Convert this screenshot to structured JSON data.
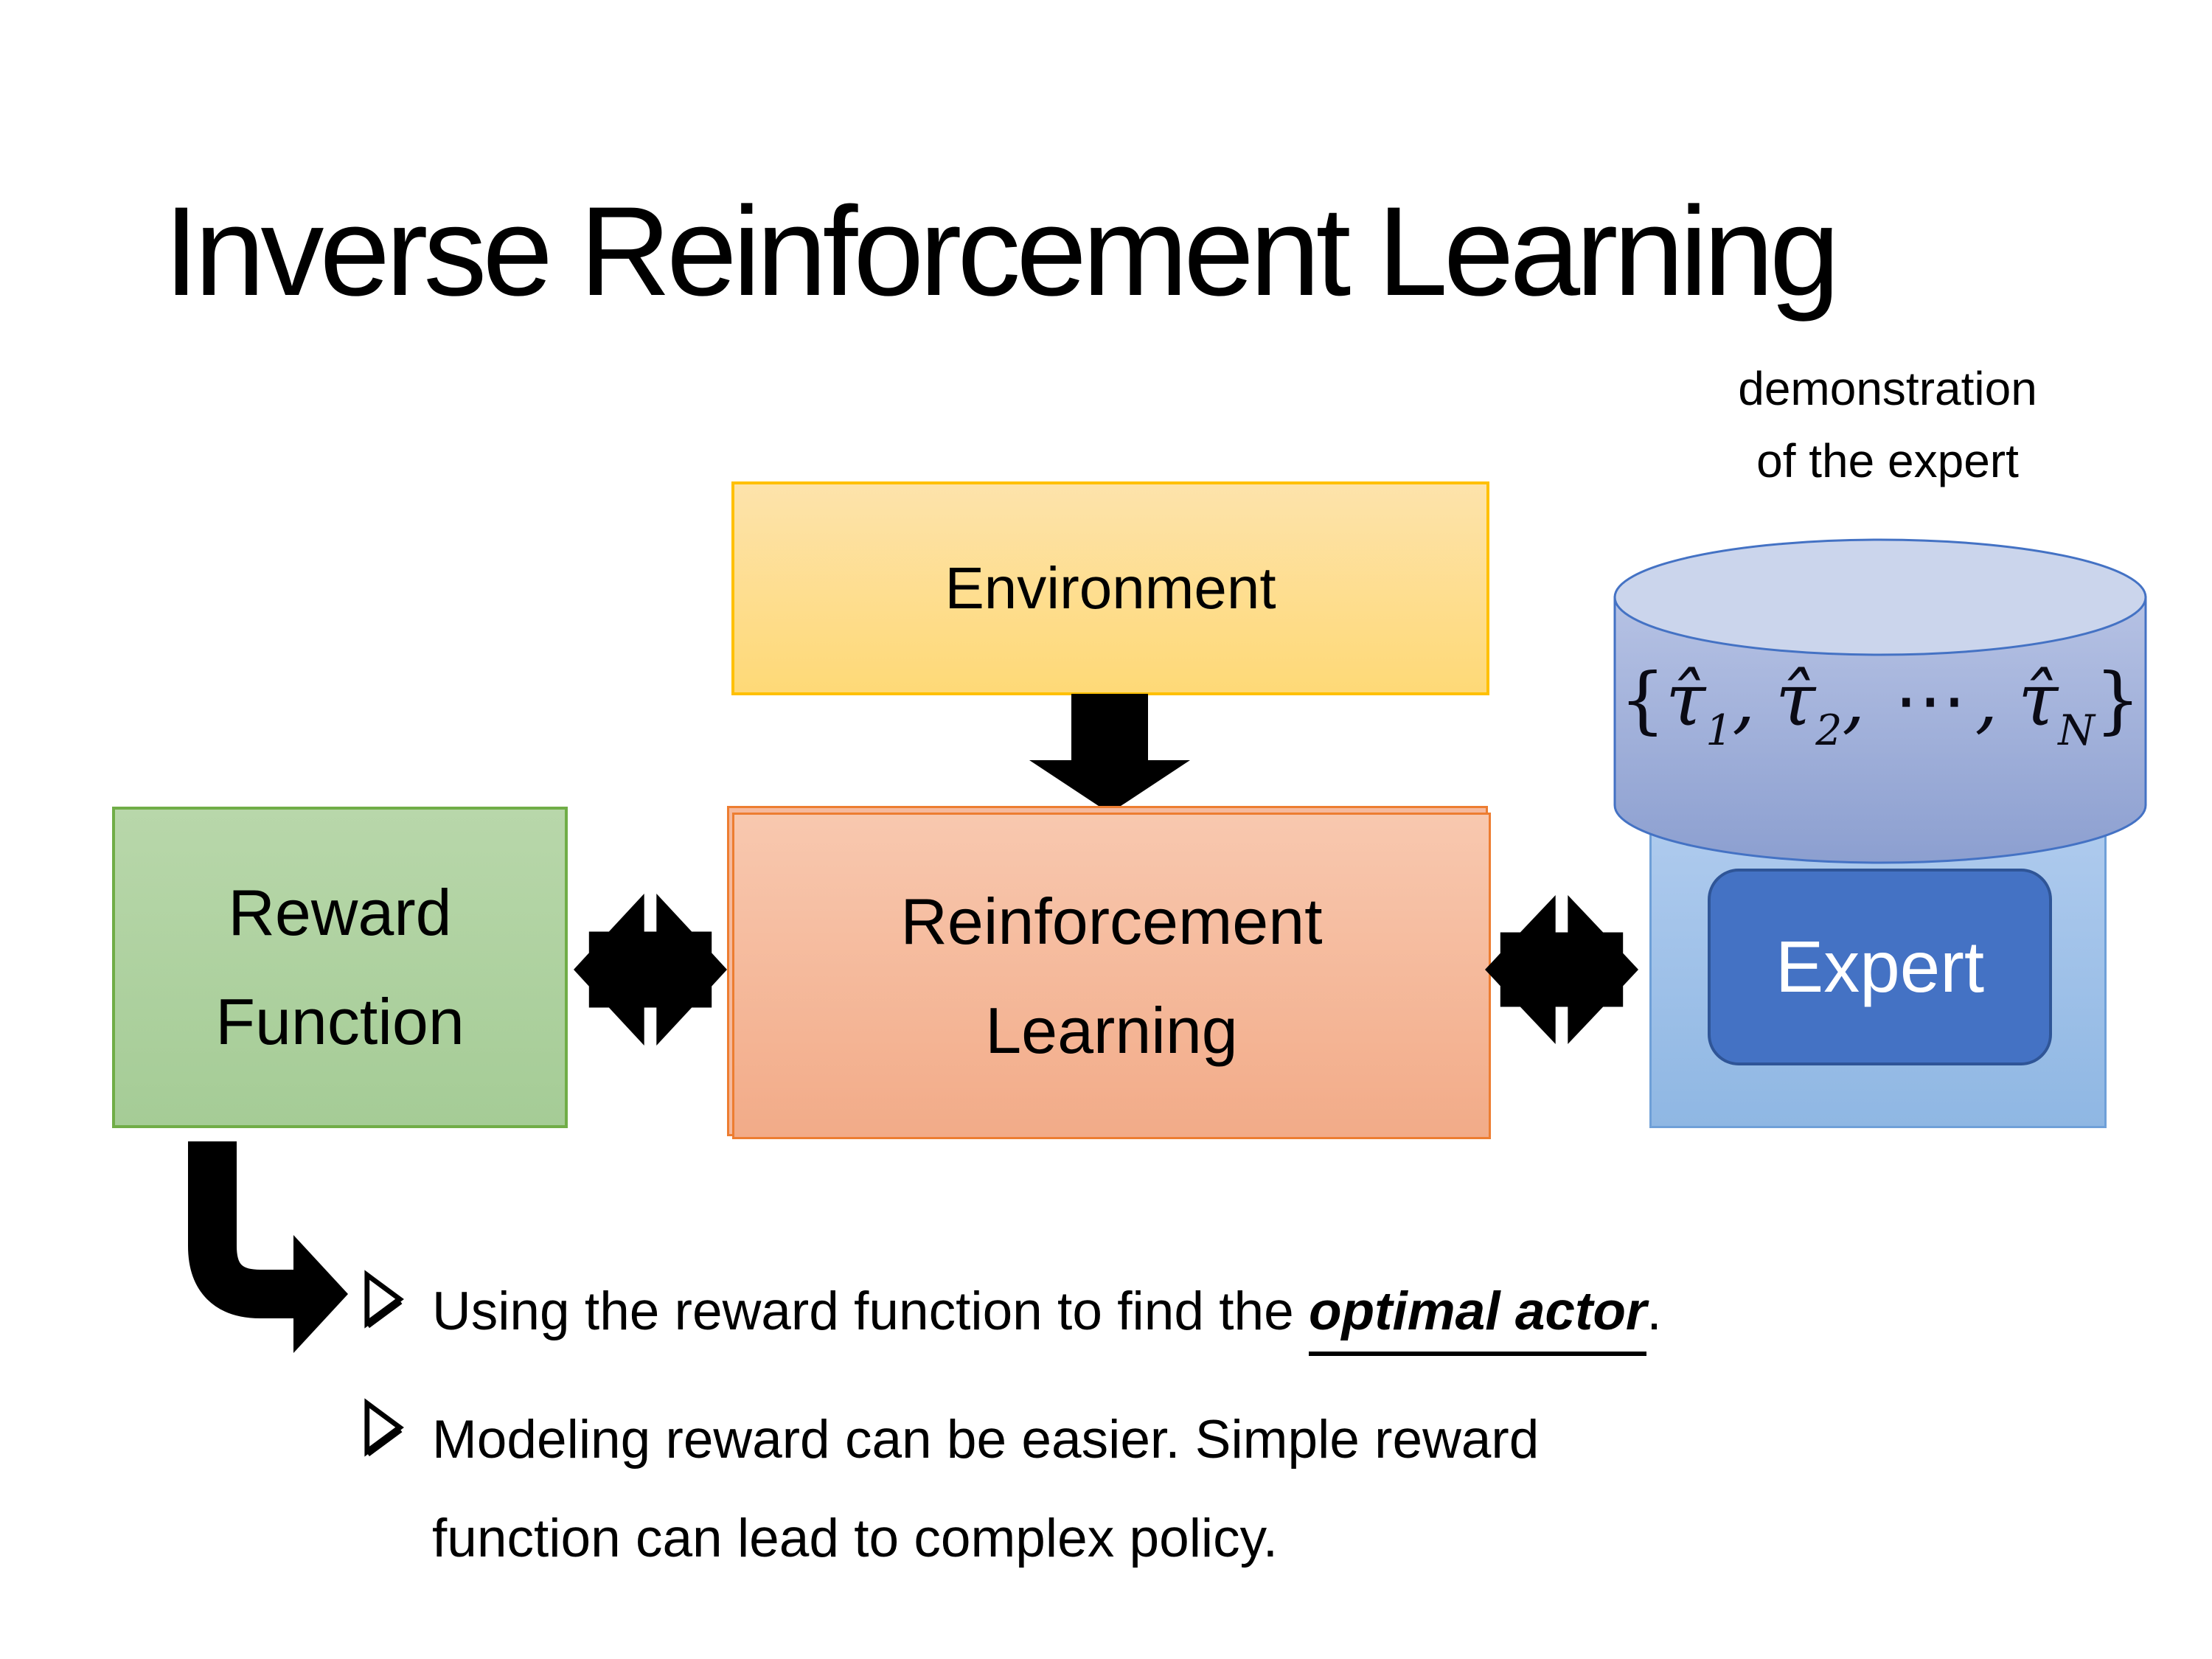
{
  "slide": {
    "title": "Inverse Reinforcement Learning",
    "demonstration_label": {
      "line1": "demonstration",
      "line2": "of the expert"
    },
    "boxes": {
      "environment": "Environment",
      "reward_function": {
        "line1": "Reward",
        "line2": "Function"
      },
      "reinforcement_learning": {
        "line1": "Reinforcement",
        "line2": "Learning"
      },
      "expert": "Expert"
    },
    "formula": {
      "open": "{",
      "tau": "τ̂",
      "sub1": "1",
      "sub2": "2",
      "comma": ",",
      "dots": "⋯",
      "subN": "N",
      "close": "}"
    },
    "bullets": {
      "marker": "➢",
      "item1": {
        "prefix": "Using the reward function to find the ",
        "emphasis": "optimal actor",
        "suffix": "."
      },
      "item2": {
        "line1": "Modeling reward can be easier. Simple reward",
        "line2": "function can lead to complex policy."
      }
    },
    "icons": {
      "down_arrow": "block-arrow-down",
      "double_arrow_left": "double-ended-arrow",
      "double_arrow_right": "double-ended-arrow",
      "elbow_arrow": "bent-arrow-down-right",
      "cylinder": "database-cylinder"
    },
    "colors": {
      "background": "#FFFFFF",
      "text": "#000000",
      "environment_fill_top": "#FDE3AB",
      "environment_fill_bottom": "#FED977",
      "environment_border": "#FFC000",
      "reinforcement_fill_top": "#F8C8AF",
      "reinforcement_fill_bottom": "#F2AB88",
      "reinforcement_border": "#ED7D31",
      "reward_fill_top": "#B8D7AA",
      "reward_fill_bottom": "#A5CC96",
      "reward_border": "#70AD47",
      "container_fill_top": "#AFCBEE",
      "container_fill_bottom": "#8FB7E3",
      "container_border": "#6FA0D8",
      "expert_fill": "#4472C4",
      "expert_border": "#2F5597",
      "expert_text": "#FFFFFF",
      "cylinder_top_fill": "#CBD5EC",
      "cylinder_body_top": "#B6C2E4",
      "cylinder_body_bottom": "#8C9FD0",
      "cylinder_border": "#4472C4",
      "arrow_color": "#000000"
    }
  }
}
